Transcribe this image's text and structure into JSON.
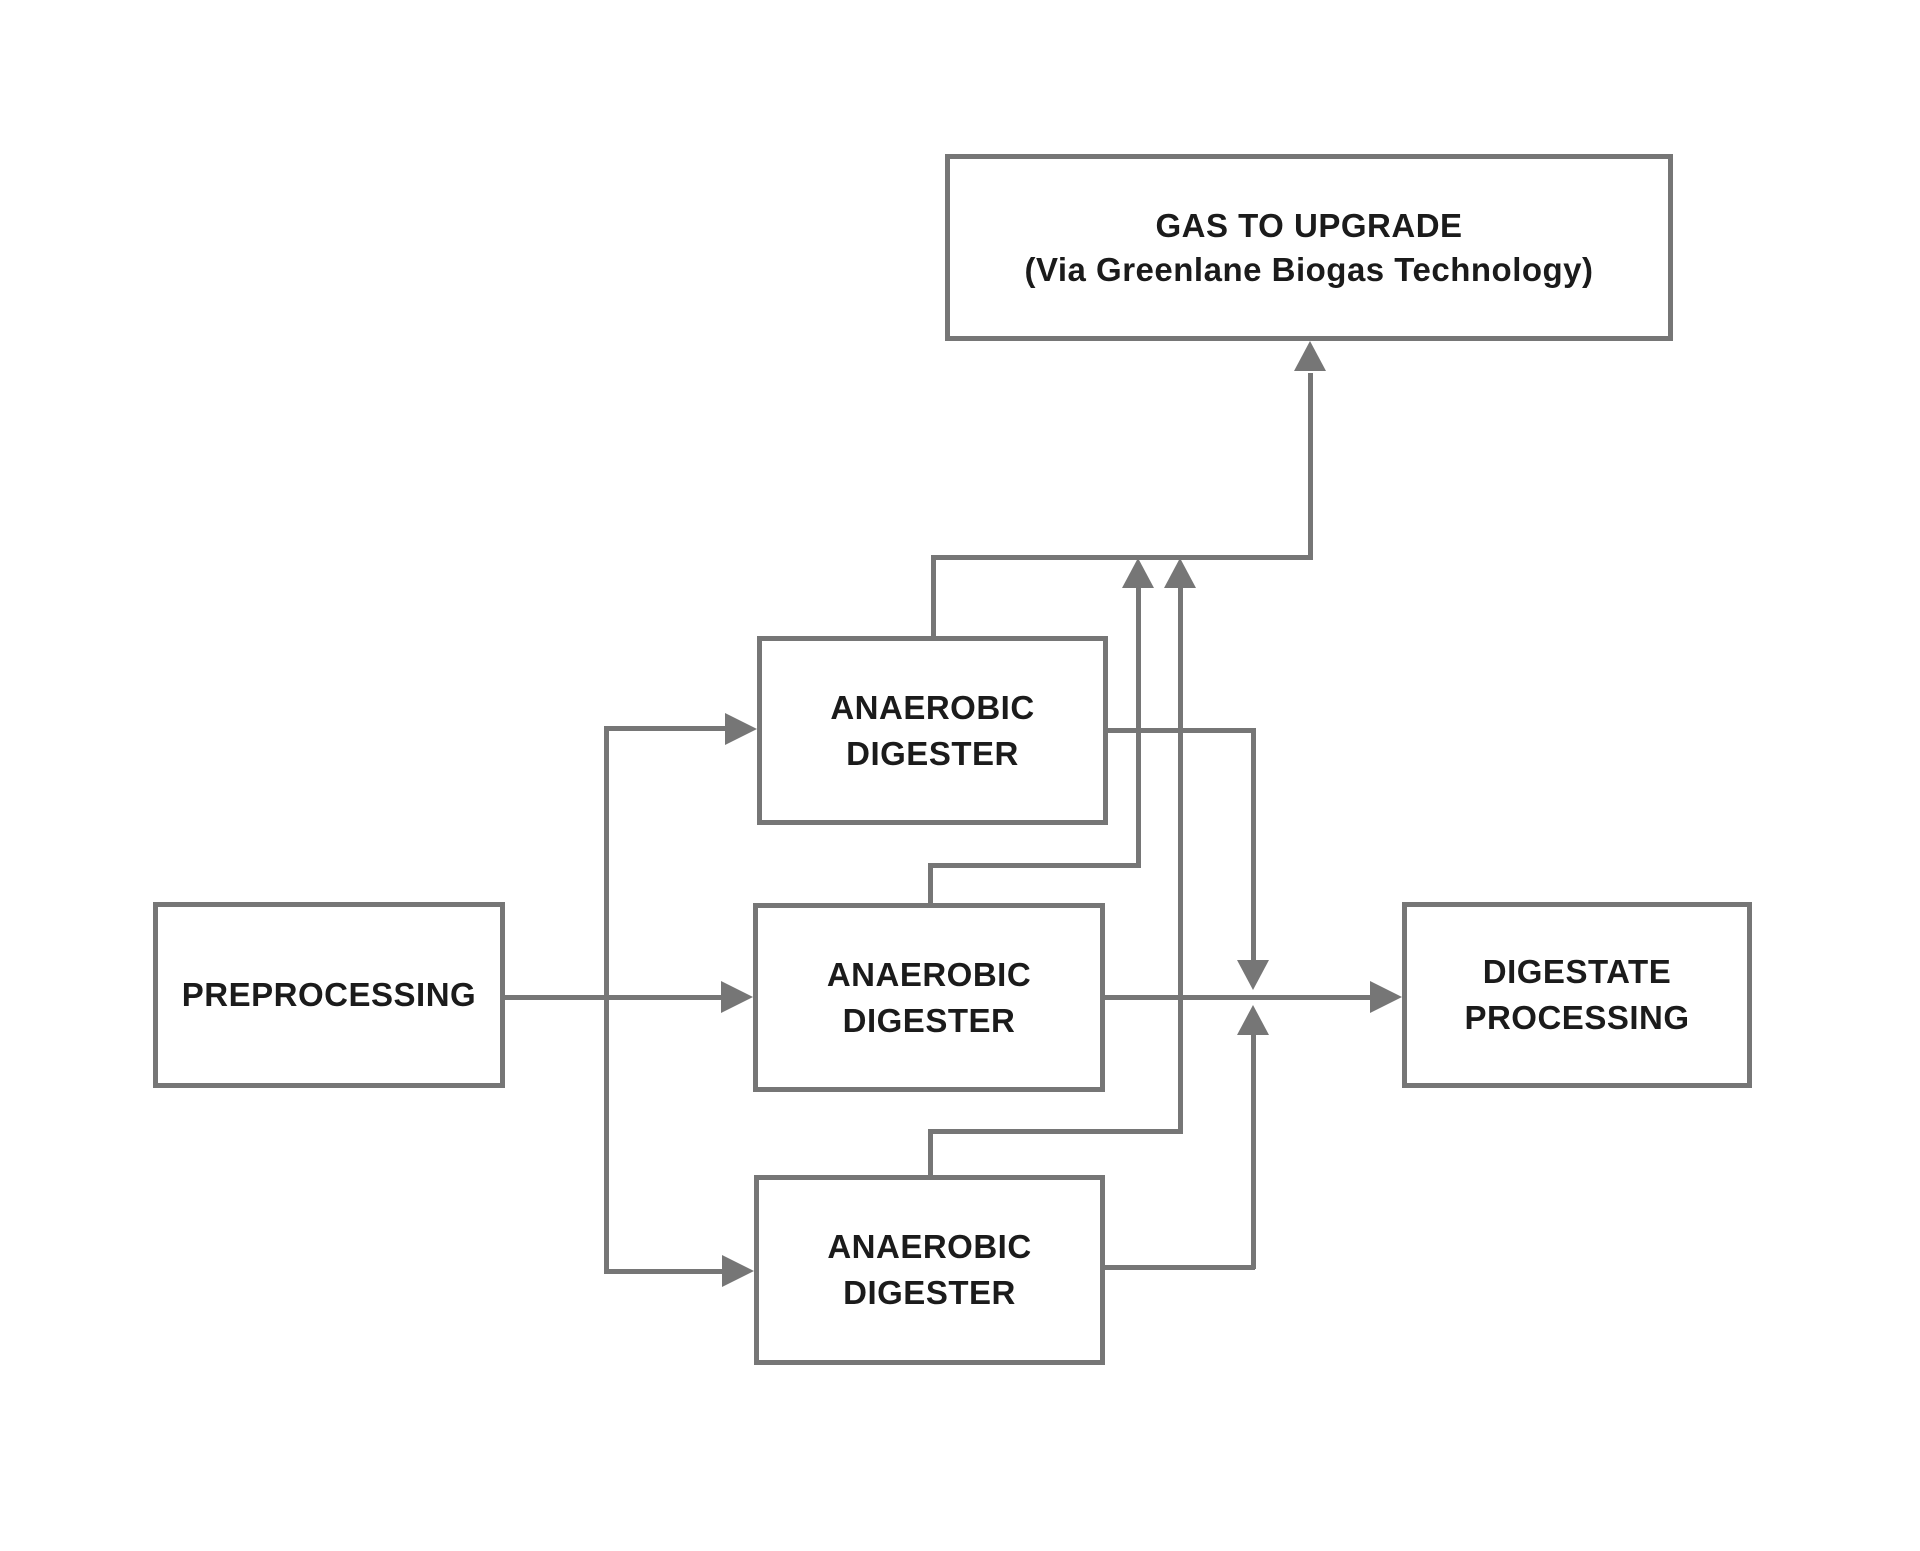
{
  "diagram": {
    "type": "process-flow-diagram",
    "boxes": {
      "gas_to_upgrade": {
        "line1": "GAS TO UPGRADE",
        "line2": "(Via Greenlane Biogas Technology)"
      },
      "preprocessing": {
        "label": "PREPROCESSING"
      },
      "digester_top": {
        "line1": "ANAEROBIC",
        "line2": "DIGESTER"
      },
      "digester_middle": {
        "line1": "ANAEROBIC",
        "line2": "DIGESTER"
      },
      "digester_bottom": {
        "line1": "ANAEROBIC",
        "line2": "DIGESTER"
      },
      "digestate_processing": {
        "line1": "DIGESTATE",
        "line2": "PROCESSING"
      }
    },
    "colors": {
      "line": "#767676",
      "border": "#767676",
      "text": "#1b1b1b",
      "background": "#ffffff"
    }
  }
}
